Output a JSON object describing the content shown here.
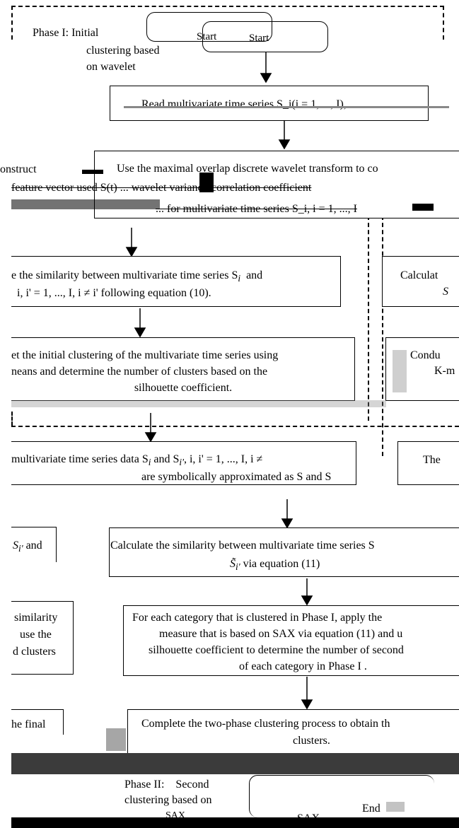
{
  "phase1_label": "Phase I: Initial",
  "phase1_sub1": "clustering based",
  "phase1_sub2": "on wavelet",
  "start_label": "Start",
  "start_ghost": "Start",
  "read_series": "Read multivariate time series S_i(i = 1, ..., I), ...",
  "wavelet_line1": "onstruct",
  "wavelet_line2": "Use the maximal overlap discrete wavelet transform to co",
  "wavelet_line3": "feature vector used S(t) ... wavelet variance-correlation coefficient",
  "wavelet_line4": "... for multivariate time series S_i, i = 1, ..., I",
  "similarity_left_1": "e the similarity between multivariate time series S",
  "similarity_left_sub": "i",
  "similarity_left_and": "and",
  "similarity_left_2": "i, i' = 1, ..., I, i ≠ i'  following equation (10).",
  "calc_right_1": "Calculat",
  "calc_right_2": "S",
  "initial_clust_1": "et the initial clustering of the multivariate time series using",
  "initial_clust_2": "neans and determine the number of clusters based on the",
  "initial_clust_3": "silhouette coefficient.",
  "conduct_right_1": "Condu",
  "conduct_right_2": "K-m",
  "sax_left_1": "multivariate time series data S",
  "sax_left_2": "and S",
  "sax_left_3": "i, i' = 1, ..., I, i ≠",
  "sax_left_4": "are symbolically approximated as S and S",
  "the_right": "The",
  "si_and": "S",
  "si_and_2": "and",
  "calc_sim_1": "Calculate the similarity between multivariate time series S",
  "calc_sim_2": "via equation (11)",
  "left_sim_1": "similarity",
  "left_sim_2": "use the",
  "left_sim_3": "d clusters",
  "category_1": "For each category that is clustered in Phase I, apply the",
  "category_2": "measure that is based on SAX via equation (11) and u",
  "category_3": "silhouette coefficient to determine the number of second",
  "category_4": "of each category in Phase I .",
  "final_left": "he final",
  "complete_1": "Complete the two-phase clustering process to obtain th",
  "complete_2": "clusters.",
  "phase2_1": "Phase II:    Second",
  "phase2_2": "clustering based on",
  "phase2_3": "SAX",
  "end_label": "End",
  "sax_bottom": "SAX"
}
